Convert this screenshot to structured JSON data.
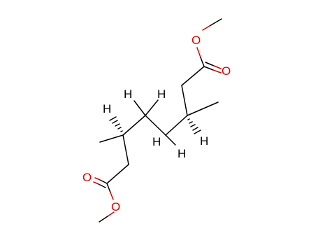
{
  "molecule": {
    "atoms": {
      "o_upper_single": "O",
      "o_upper_double": "O",
      "o_lower_double": "O",
      "o_lower_single": "O",
      "h_left_stereo": "H",
      "h_upper_a": "H",
      "h_upper_b": "H",
      "h_right_stereo": "H",
      "h_lower_a": "H",
      "h_lower_b": "H"
    },
    "colors": {
      "carbon_bond": "#000000",
      "oxygen": "#e00000"
    }
  }
}
